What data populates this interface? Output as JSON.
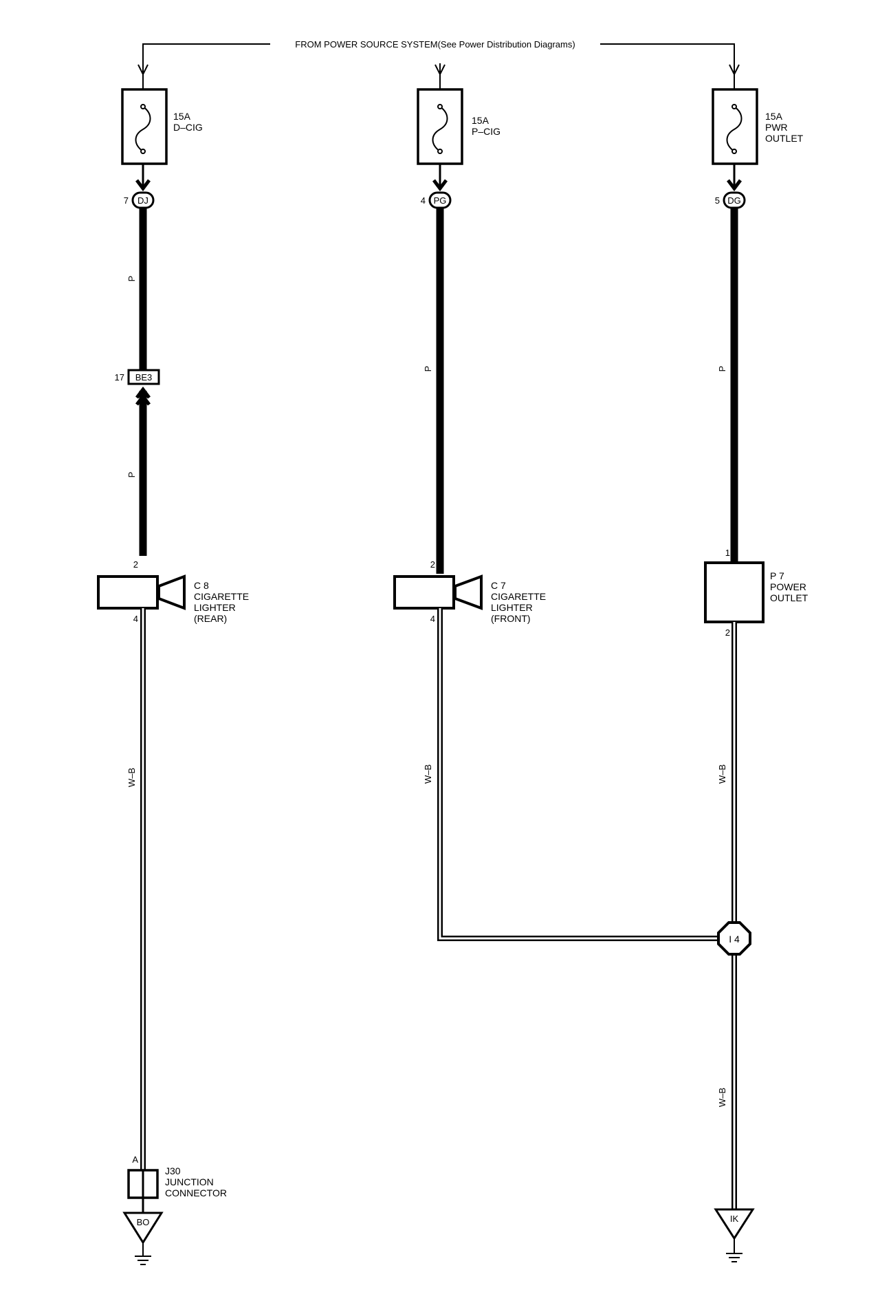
{
  "source_label": "FROM POWER SOURCE SYSTEM(See Power Distribution Diagrams)",
  "fuses": [
    {
      "rating": "15A",
      "name": "D–CIG"
    },
    {
      "rating": "15A",
      "name": "P–CIG"
    },
    {
      "rating": "15A",
      "name": "PWR",
      "name2": "OUTLET"
    }
  ],
  "connectors": {
    "dj": {
      "pin": "7",
      "code": "DJ"
    },
    "pg": {
      "pin": "4",
      "code": "PG"
    },
    "dg": {
      "pin": "5",
      "code": "DG"
    },
    "be3": {
      "pin": "17",
      "code": "BE3"
    }
  },
  "wire_colors": {
    "p": "P",
    "wb": "W–B"
  },
  "components": {
    "c8": {
      "id": "C 8",
      "line1": "CIGARETTE",
      "line2": "LIGHTER",
      "line3": "(REAR)",
      "pin_in": "2",
      "pin_out": "4"
    },
    "c7": {
      "id": "C 7",
      "line1": "CIGARETTE",
      "line2": "LIGHTER",
      "line3": "(FRONT)",
      "pin_in": "2",
      "pin_out": "4"
    },
    "p7": {
      "id": "P 7",
      "line1": "POWER",
      "line2": "OUTLET",
      "pin_in": "1",
      "pin_out": "2"
    },
    "j30": {
      "id": "J30",
      "line1": "JUNCTION",
      "line2": "CONNECTOR",
      "pin": "A"
    }
  },
  "splice": {
    "code": "I 4"
  },
  "grounds": {
    "bo": "BO",
    "ik": "IK"
  }
}
